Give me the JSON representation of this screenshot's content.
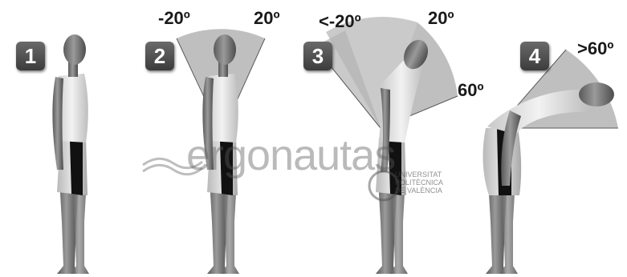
{
  "stages": [
    {
      "number": "1",
      "angles": []
    },
    {
      "number": "2",
      "angles": [
        "-20º",
        "20º"
      ]
    },
    {
      "number": "3",
      "angles": [
        "<-20º",
        "20º",
        "60º"
      ]
    },
    {
      "number": "4",
      "angles": [
        ">60º"
      ]
    }
  ],
  "watermark": {
    "brand": "ergonautas",
    "university": [
      "UNIVERSITAT",
      "POLITÈCNICA",
      "DE VALÈNCIA"
    ]
  }
}
